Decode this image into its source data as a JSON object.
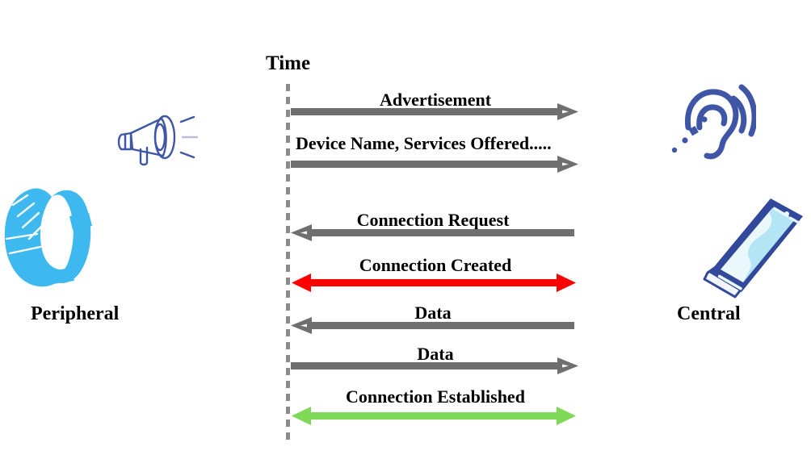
{
  "diagram": {
    "title_axis": "Time",
    "left_actor": {
      "label": "Peripheral",
      "device_icon": "fitness-band-icon",
      "role_icon": "megaphone-icon"
    },
    "right_actor": {
      "label": "Central",
      "device_icon": "smartphone-icon",
      "role_icon": "listening-ear-icon"
    },
    "messages": [
      {
        "text": "Advertisement",
        "direction": "right",
        "color": "#6f6f6f",
        "head": "chevron"
      },
      {
        "text": "Device Name, Services Offered.....",
        "direction": "right",
        "color": "#6f6f6f",
        "head": "chevron"
      },
      {
        "text": "Connection Request",
        "direction": "left",
        "color": "#6f6f6f",
        "head": "chevron"
      },
      {
        "text": "Connection Created",
        "direction": "both",
        "color": "#ff0000",
        "head": "solid"
      },
      {
        "text": "Data",
        "direction": "left",
        "color": "#6f6f6f",
        "head": "chevron"
      },
      {
        "text": "Data",
        "direction": "right",
        "color": "#6f6f6f",
        "head": "chevron"
      },
      {
        "text": "Connection Established",
        "direction": "both",
        "color": "#7ed957",
        "head": "solid"
      }
    ],
    "colors": {
      "gray_arrow": "#6f6f6f",
      "red_arrow": "#ff0000",
      "green_arrow": "#7ed957",
      "timeline_dash": "#8a8a8a",
      "icon_blue_dark": "#32499b",
      "icon_blue_light": "#3db9f0",
      "icon_screen": "#b3e5f5",
      "text": "#000000",
      "background": "#ffffff"
    }
  }
}
